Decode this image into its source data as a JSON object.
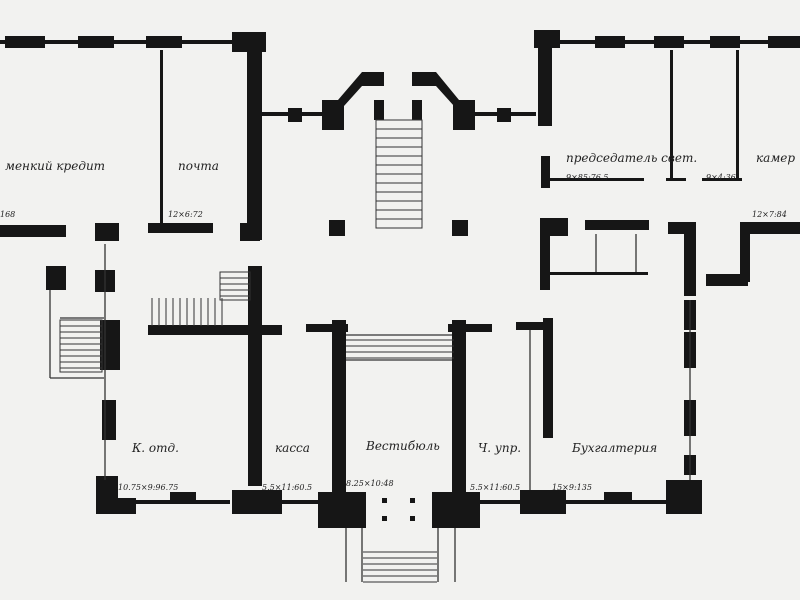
{
  "title": "",
  "colors": {
    "ink": "#161616",
    "paper": "#f2f2f0",
    "line": "#333333"
  },
  "rooms": [
    {
      "id": "r1",
      "name": "менкий кредит",
      "area": "168"
    },
    {
      "id": "r2",
      "name": "почта",
      "area": "12×6:72"
    },
    {
      "id": "r3",
      "name": "председатель свет.",
      "area": "9×85:76.5"
    },
    {
      "id": "r4",
      "name": "камер",
      "area": "12×7:84"
    },
    {
      "id": "r5",
      "name": "",
      "area": "9×4:36"
    },
    {
      "id": "r6",
      "name": "К. отд.",
      "area": "10.75×9:96.75"
    },
    {
      "id": "r7",
      "name": "касса",
      "area": "5.5×11:60.5"
    },
    {
      "id": "r8",
      "name": "Вестибюль",
      "area": "8.25×10:48"
    },
    {
      "id": "r9",
      "name": "Ч. упр.",
      "area": "5.5×11:60.5"
    },
    {
      "id": "r10",
      "name": "Бухгалтерия",
      "area": "15×9:135"
    }
  ]
}
